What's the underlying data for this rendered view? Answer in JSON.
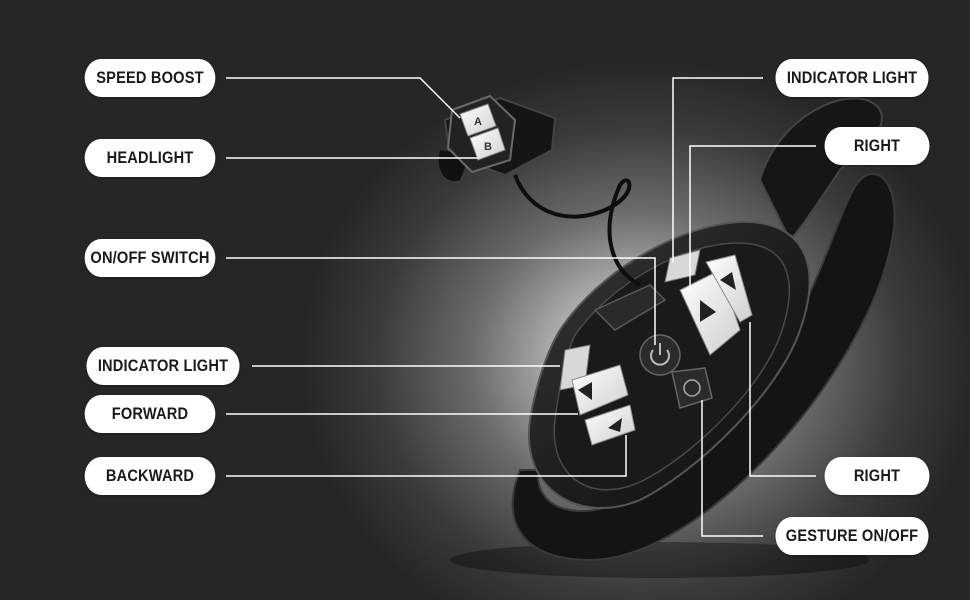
{
  "labels": {
    "speed_boost": "SPEED BOOST",
    "headlight": "HEADLIGHT",
    "on_off_switch": "ON/OFF SWITCH",
    "indicator_light_left": "INDICATOR LIGHT",
    "forward": "FORWARD",
    "backward": "BACKWARD",
    "indicator_light_right": "INDICATOR LIGHT",
    "right_top": "RIGHT",
    "right_bottom": "RIGHT",
    "gesture_on_off": "GESTURE ON/OFF"
  },
  "remote_buttons": {
    "a": "A",
    "b": "B"
  },
  "colors": {
    "background": "#2a2a2a",
    "pill": "#ffffff",
    "pill_text": "#1a1a1a",
    "leader_line": "#ffffff",
    "device_body": "#1c1c1c",
    "button_white": "#f2f2f2"
  }
}
